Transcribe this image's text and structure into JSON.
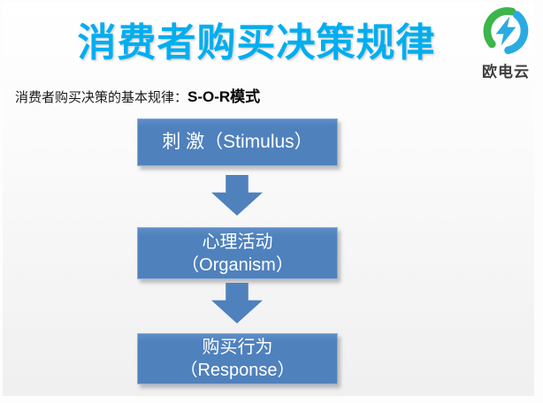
{
  "header": {
    "title": "消费者购买决策规律",
    "logo": {
      "brand": "欧电云",
      "icon": "lightning-swirl-icon"
    }
  },
  "subtitle": {
    "normal": "消费者购买决策的基本规律：",
    "bold": "S-O-R模式"
  },
  "flow": {
    "connector": "down-arrow-icon",
    "boxes": [
      {
        "lines": [
          "刺 激（Stimulus）"
        ]
      },
      {
        "lines": [
          "心理活动",
          "（Organism）"
        ]
      },
      {
        "lines": [
          "购买行为",
          "（Response）"
        ]
      }
    ]
  },
  "colors": {
    "title_blue": "#00AEEF",
    "box_blue": "#4F81BD",
    "logo_green": "#3CB54A",
    "logo_blue": "#29ABE2",
    "box_text": "#FFFFFF"
  }
}
